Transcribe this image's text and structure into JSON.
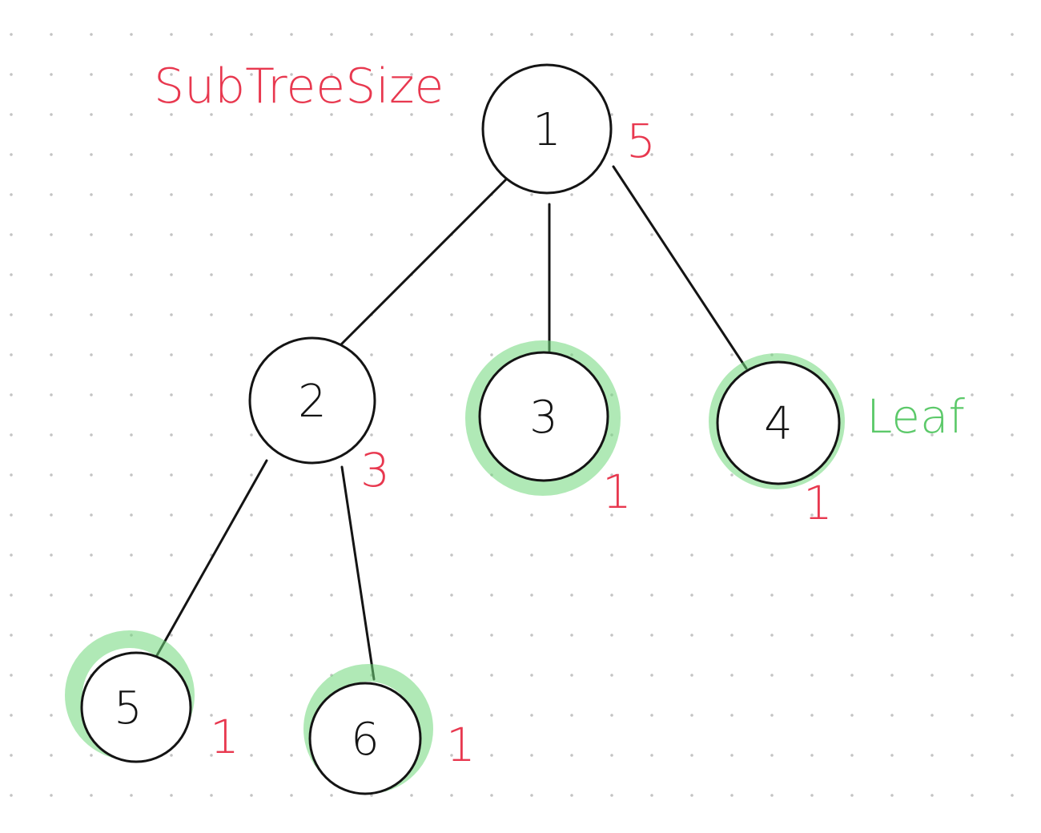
{
  "diagram": {
    "title": "SubTreeSize",
    "leaf_annotation": "Leaf",
    "colors": {
      "ink": "#141414",
      "size_annotation": "#e8384f",
      "leaf_highlight": "#6fd77a",
      "leaf_annotation": "#5cc96a"
    },
    "nodes": [
      {
        "id": "1",
        "label": "1",
        "subtree_size": "5",
        "leaf": false
      },
      {
        "id": "2",
        "label": "2",
        "subtree_size": "3",
        "leaf": false
      },
      {
        "id": "3",
        "label": "3",
        "subtree_size": "1",
        "leaf": true
      },
      {
        "id": "4",
        "label": "4",
        "subtree_size": "1",
        "leaf": true
      },
      {
        "id": "5",
        "label": "5",
        "subtree_size": "1",
        "leaf": true
      },
      {
        "id": "6",
        "label": "6",
        "subtree_size": "1",
        "leaf": true
      }
    ],
    "edges": [
      {
        "from": "1",
        "to": "2"
      },
      {
        "from": "1",
        "to": "3"
      },
      {
        "from": "1",
        "to": "4"
      },
      {
        "from": "2",
        "to": "5"
      },
      {
        "from": "2",
        "to": "6"
      }
    ]
  }
}
